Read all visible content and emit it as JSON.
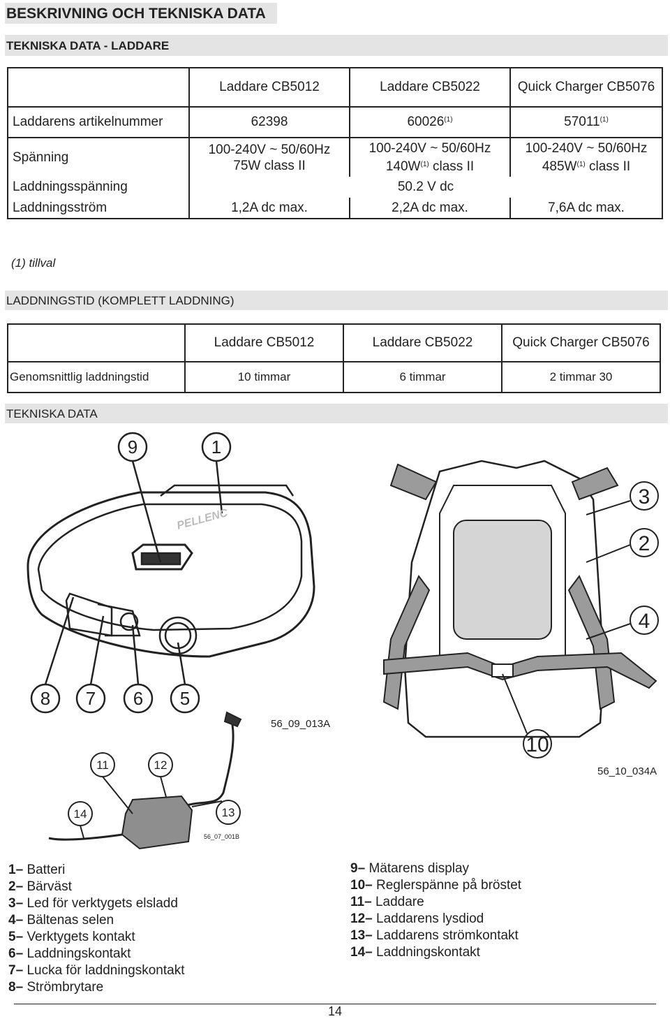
{
  "header": {
    "title": "BESKRIVNING OCH TEKNISKA DATA",
    "section1": "TEKNISKA DATA - LADDARE",
    "section2": "LADDNINGSTID (KOMPLETT LADDNING)",
    "section3": "TEKNISKA DATA"
  },
  "charger_table": {
    "columns": [
      "Laddare CB5012",
      "Laddare CB5022",
      "Quick Charger CB5076"
    ],
    "rows": [
      {
        "label": "Laddarens artikelnummer",
        "c1": "62398",
        "c2": "60026",
        "c2_sup": "(1)",
        "c3": "57011",
        "c3_sup": "(1)"
      },
      {
        "label": "Spänning",
        "c1a": "100-240V ~ 50/60Hz",
        "c1b": "75W class II",
        "c2a": "100-240V ~ 50/60Hz",
        "c2b_pre": "140W",
        "c2b_sup": "(1)",
        "c2b_post": " class II",
        "c3a": "100-240V ~ 50/60Hz",
        "c3b_pre": "485W",
        "c3b_sup": "(1)",
        "c3b_post": " class II"
      },
      {
        "label": "Laddningsspänning",
        "value": "50.2 V dc"
      },
      {
        "label": "Laddningsström",
        "c1": "1,2A dc max.",
        "c2": "2,2A dc max.",
        "c3": "7,6A dc max."
      }
    ],
    "footnote": "(1) tillval"
  },
  "time_table": {
    "columns": [
      "Laddare CB5012",
      "Laddare CB5022",
      "Quick Charger CB5076"
    ],
    "label": "Genomsnittlig laddningstid",
    "values": [
      "10 timmar",
      "6 timmar",
      "2 timmar 30"
    ]
  },
  "figures": {
    "callouts_left": [
      "9",
      "1",
      "8",
      "7",
      "6",
      "5"
    ],
    "callouts_right": [
      "3",
      "2",
      "4",
      "10"
    ],
    "callouts_charger": [
      "11",
      "12",
      "14",
      "13"
    ],
    "ref_left": "56_09_013A",
    "ref_right": "56_10_034A",
    "ref_charger": "56_07_001B",
    "brand": "PELLENC"
  },
  "legend_left": [
    {
      "num": "1",
      "text": "Batteri"
    },
    {
      "num": "2",
      "text": "Bärväst"
    },
    {
      "num": "3",
      "text": "Led för verktygets elsladd"
    },
    {
      "num": "4",
      "text": "Bältenas selen"
    },
    {
      "num": "5",
      "text": "Verktygets kontakt"
    },
    {
      "num": "6",
      "text": "Laddningskontakt"
    },
    {
      "num": "7",
      "text": "Lucka för laddningskontakt"
    },
    {
      "num": "8",
      "text": "Strömbrytare"
    }
  ],
  "legend_right": [
    {
      "num": "9",
      "text": "Mätarens display"
    },
    {
      "num": "10",
      "text": "Reglerspänne på bröstet"
    },
    {
      "num": "11",
      "text": "Laddare"
    },
    {
      "num": "12",
      "text": "Laddarens lysdiod"
    },
    {
      "num": "13",
      "text": "Laddarens strömkontakt"
    },
    {
      "num": "14",
      "text": "Laddningskontakt"
    }
  ],
  "page_number": "14"
}
